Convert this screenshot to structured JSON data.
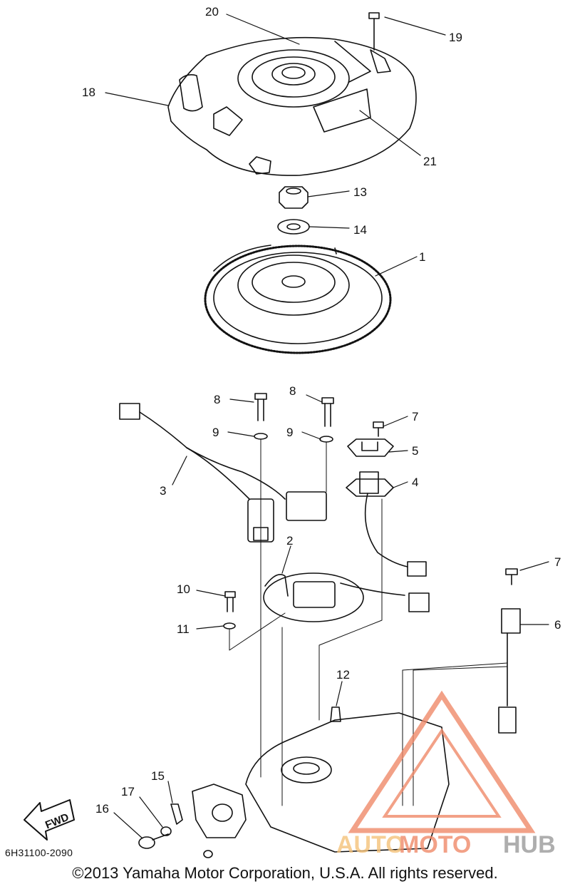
{
  "callouts": [
    {
      "label": "20"
    },
    {
      "label": "19"
    },
    {
      "label": "18"
    },
    {
      "label": "21"
    },
    {
      "label": "13"
    },
    {
      "label": "14"
    },
    {
      "label": "1"
    },
    {
      "label": "8"
    },
    {
      "label": "8"
    },
    {
      "label": "7"
    },
    {
      "label": "9"
    },
    {
      "label": "9"
    },
    {
      "label": "5"
    },
    {
      "label": "3"
    },
    {
      "label": "4"
    },
    {
      "label": "2"
    },
    {
      "label": "7"
    },
    {
      "label": "10"
    },
    {
      "label": "6"
    },
    {
      "label": "11"
    },
    {
      "label": "12"
    },
    {
      "label": "15"
    },
    {
      "label": "17"
    },
    {
      "label": "16"
    }
  ],
  "fwd_label": "FWD",
  "part_code": "6H31100-2090",
  "copyright": "©2013 Yamaha Motor Corporation, U.S.A. All rights reserved.",
  "watermark": {
    "part1": "AUTO",
    "part2": "MOTO",
    "part3": "HUB",
    "color_primary": "#f08a6a",
    "color_secondary": "#9a9a9a"
  }
}
